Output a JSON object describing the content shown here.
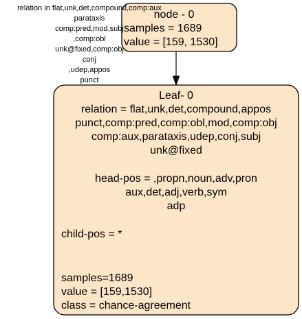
{
  "root_node": {
    "title": "node - 0",
    "samples": "samples = 1689",
    "value": "value = [159, 1530]"
  },
  "edge_label": [
    "relation in flat,unk,det,compound,comp:aux",
    "parataxis",
    "comp:pred,mod,subj",
    ",comp:obl",
    "unk@fixed,comp:obj",
    "conj",
    ",udep,appos",
    "punct"
  ],
  "leaf_node": {
    "title": "Leaf- 0",
    "relation_lines": [
      "relation = flat,unk,det,compound,appos",
      "punct,comp:pred,comp:obl,mod,comp:obj",
      "comp:aux,parataxis,udep,conj,subj",
      "unk@fixed"
    ],
    "head_pos_lines": [
      "head-pos = ,propn,noun,adv,pron",
      "aux,det,adj,verb,sym",
      "adp"
    ],
    "child_pos": "child-pos = *",
    "samples": "samples=1689",
    "value": "value = [159,1530]",
    "class": "class = chance-agreement"
  },
  "colors": {
    "node_fill": "#fde6c8",
    "stroke": "#000000"
  }
}
